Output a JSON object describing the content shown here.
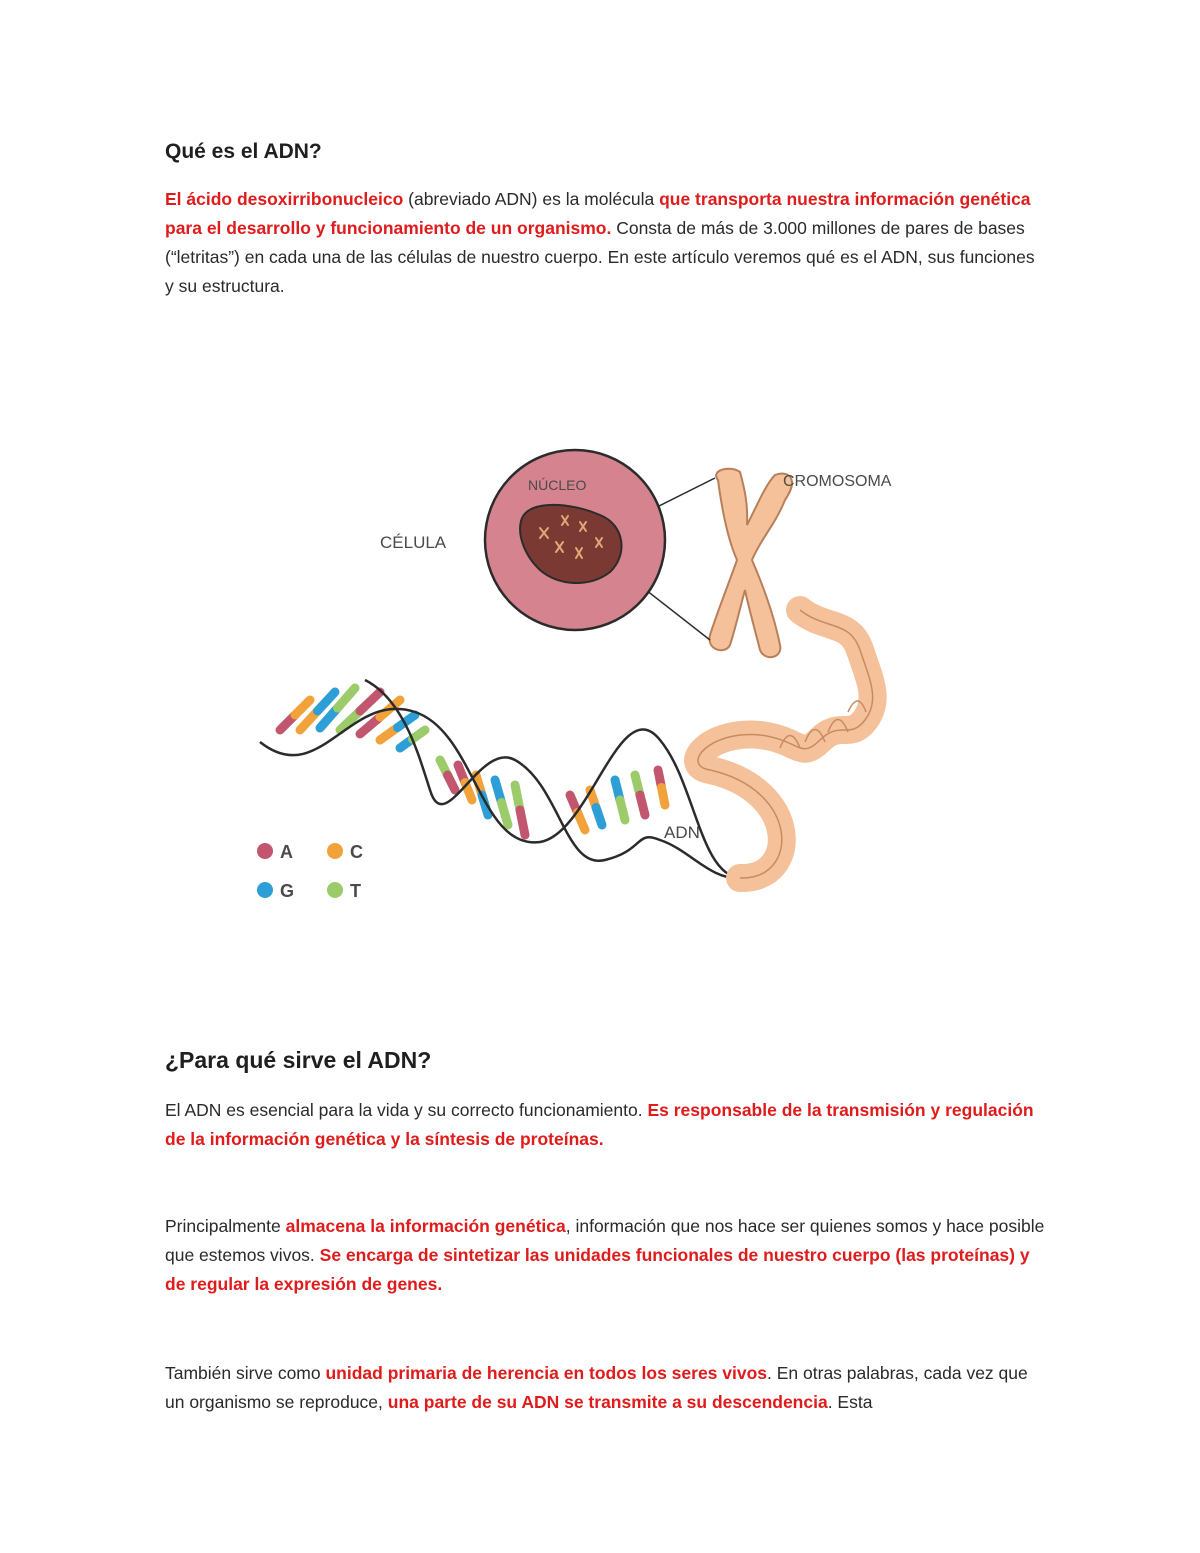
{
  "section1": {
    "title": "Qué es el ADN?",
    "para": [
      {
        "text": "El ácido desoxirribonucleico",
        "hl": true
      },
      {
        "text": " (abreviado ADN) es la molécula ",
        "hl": false
      },
      {
        "text": "que transporta nuestra información genética para el desarrollo y funcionamiento de un organismo.",
        "hl": true
      },
      {
        "text": " Consta de más de 3.000 millones de pares de bases (“letritas”) en cada una de las células de nuestro cuerpo. En este artículo veremos qué es el ADN, sus funciones y su estructura.",
        "hl": false
      }
    ]
  },
  "figure": {
    "labels": {
      "cell": "CÉLULA",
      "nucleus": "NÚCLEO",
      "chromosome": "CROMOSOMA",
      "dna": "ADN"
    },
    "legend": [
      {
        "letter": "A",
        "color": "#c2566e"
      },
      {
        "letter": "C",
        "color": "#f2a23a"
      },
      {
        "letter": "G",
        "color": "#2e9fd6"
      },
      {
        "letter": "T",
        "color": "#9ccc6a"
      }
    ],
    "colors": {
      "cell": "#d4838f",
      "nucleus": "#7a3a33",
      "chromosome": "#f5c19a"
    }
  },
  "section2": {
    "title": "¿Para qué sirve el ADN?",
    "p1": [
      {
        "text": "El ADN es esencial para la vida y su correcto funcionamiento. ",
        "hl": false
      },
      {
        "text": "Es responsable de la transmisión y regulación de la información genética y la síntesis de proteínas.",
        "hl": true
      }
    ],
    "p2": [
      {
        "text": "Principalmente ",
        "hl": false
      },
      {
        "text": "almacena la información genética",
        "hl": true
      },
      {
        "text": ", información que nos hace ser quienes somos y hace posible que estemos vivos. ",
        "hl": false
      },
      {
        "text": "Se encarga de sintetizar las unidades funcionales de nuestro cuerpo (las proteínas) y de regular la expresión de genes.",
        "hl": true
      }
    ],
    "p3": [
      {
        "text": "También sirve como ",
        "hl": false
      },
      {
        "text": "unidad primaria de herencia en todos los seres vivos",
        "hl": true
      },
      {
        "text": ". En otras palabras, cada vez que un organismo se reproduce, ",
        "hl": false
      },
      {
        "text": "una parte de su ADN se transmite a su descendencia",
        "hl": true
      },
      {
        "text": ". Esta",
        "hl": false
      }
    ]
  }
}
